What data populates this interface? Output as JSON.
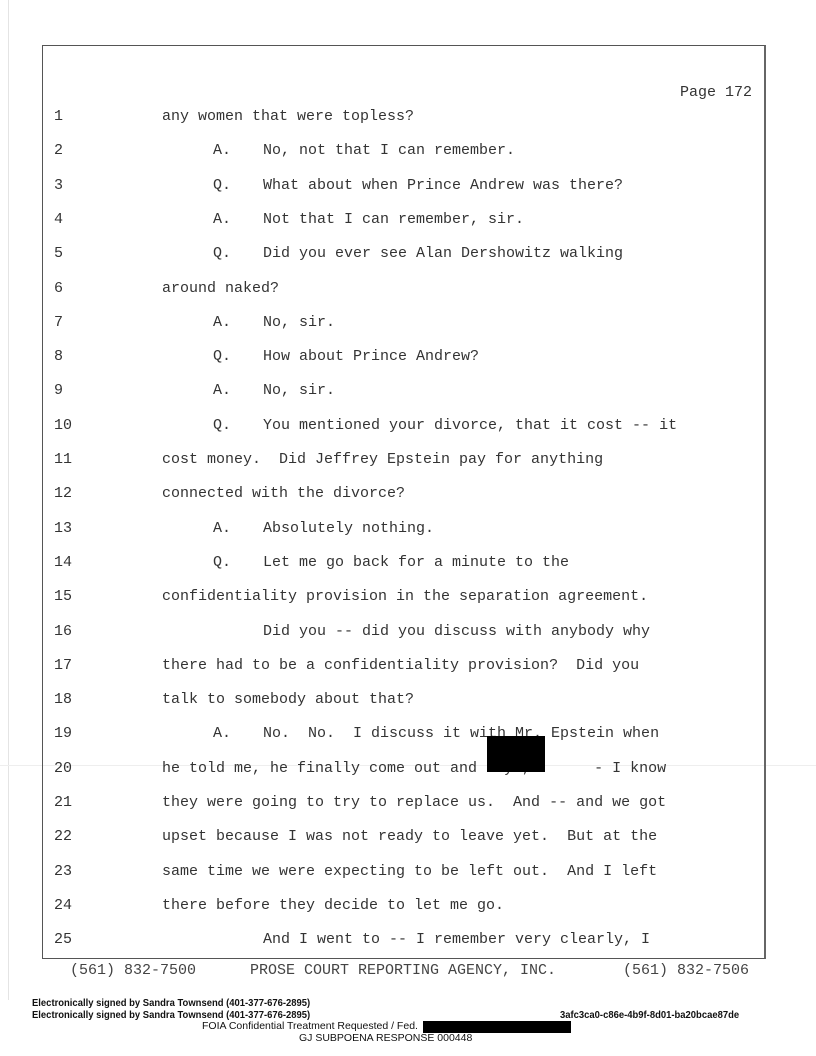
{
  "page_label": "Page 172",
  "lines": [
    {
      "n": "1",
      "indent": 0,
      "text": "any women that were topless?"
    },
    {
      "n": "2",
      "indent": 1,
      "label": "A.",
      "text": "No, not that I can remember."
    },
    {
      "n": "3",
      "indent": 1,
      "label": "Q.",
      "text": "What about when Prince Andrew was there?"
    },
    {
      "n": "4",
      "indent": 1,
      "label": "A.",
      "text": "Not that I can remember, sir."
    },
    {
      "n": "5",
      "indent": 1,
      "label": "Q.",
      "text": "Did you ever see Alan Dershowitz walking"
    },
    {
      "n": "6",
      "indent": 0,
      "text": "around naked?"
    },
    {
      "n": "7",
      "indent": 1,
      "label": "A.",
      "text": "No, sir."
    },
    {
      "n": "8",
      "indent": 1,
      "label": "Q.",
      "text": "How about Prince Andrew?"
    },
    {
      "n": "9",
      "indent": 1,
      "label": "A.",
      "text": "No, sir."
    },
    {
      "n": "10",
      "indent": 1,
      "label": "Q.",
      "text": "You mentioned your divorce, that it cost -- it"
    },
    {
      "n": "11",
      "indent": 0,
      "text": "cost money.  Did Jeffrey Epstein pay for anything"
    },
    {
      "n": "12",
      "indent": 0,
      "text": "connected with the divorce?"
    },
    {
      "n": "13",
      "indent": 1,
      "label": "A.",
      "text": "Absolutely nothing."
    },
    {
      "n": "14",
      "indent": 1,
      "label": "Q.",
      "text": "Let me go back for a minute to the"
    },
    {
      "n": "15",
      "indent": 0,
      "text": "confidentiality provision in the separation agreement."
    },
    {
      "n": "16",
      "indent": 2,
      "text": "Did you -- did you discuss with anybody why"
    },
    {
      "n": "17",
      "indent": 0,
      "text": "there had to be a confidentiality provision?  Did you"
    },
    {
      "n": "18",
      "indent": 0,
      "text": "talk to somebody about that?"
    },
    {
      "n": "19",
      "indent": 1,
      "label": "A.",
      "text": "No.  No.  I discuss it with Mr. Epstein when"
    },
    {
      "n": "20",
      "indent": 0,
      "text": "he told me, he finally come out and says,       - I know"
    },
    {
      "n": "21",
      "indent": 0,
      "text": "they were going to try to replace us.  And -- and we got"
    },
    {
      "n": "22",
      "indent": 0,
      "text": "upset because I was not ready to leave yet.  But at the"
    },
    {
      "n": "23",
      "indent": 0,
      "text": "same time we were expecting to be left out.  And I left"
    },
    {
      "n": "24",
      "indent": 0,
      "text": "there before they decide to let me go."
    },
    {
      "n": "25",
      "indent": 2,
      "text": "And I went to -- I remember very clearly, I"
    }
  ],
  "footer": {
    "phone_left": "(561) 832-7500",
    "agency": "PROSE COURT REPORTING AGENCY, INC.",
    "phone_right": "(561) 832-7506"
  },
  "signatures": [
    "Electronically signed by Sandra Townsend (401-377-676-2895)",
    "Electronically signed by Sandra Townsend (401-377-676-2895)"
  ],
  "hash": "3afc3ca0-c86e-4b9f-8d01-ba20bcae87de",
  "foia": "FOIA Confidential Treatment Requested / Fed.",
  "bates": "GJ SUBPOENA RESPONSE 000448"
}
